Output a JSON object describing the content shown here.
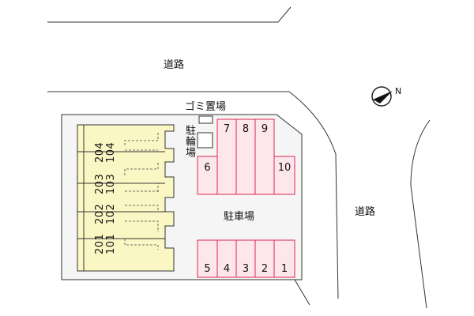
{
  "labels": {
    "road_top": "道路",
    "road_right": "道路",
    "garbage": "ゴミ置場",
    "bike": "駐輪場",
    "parking": "駐車場"
  },
  "units": [
    {
      "upper": "204",
      "lower": "104"
    },
    {
      "upper": "203",
      "lower": "103"
    },
    {
      "upper": "202",
      "lower": "102"
    },
    {
      "upper": "201",
      "lower": "101"
    }
  ],
  "parking_top": [
    "6",
    "7",
    "8",
    "9",
    "10"
  ],
  "parking_bottom": [
    "5",
    "4",
    "3",
    "2",
    "1"
  ],
  "compass": {
    "icon": "north-arrow-icon",
    "letter": "N"
  },
  "colors": {
    "building": "#fbf7c4",
    "parking_fill": "#fde6ec",
    "parking_stroke": "#e0264f",
    "lot": "#f5f5f5"
  }
}
